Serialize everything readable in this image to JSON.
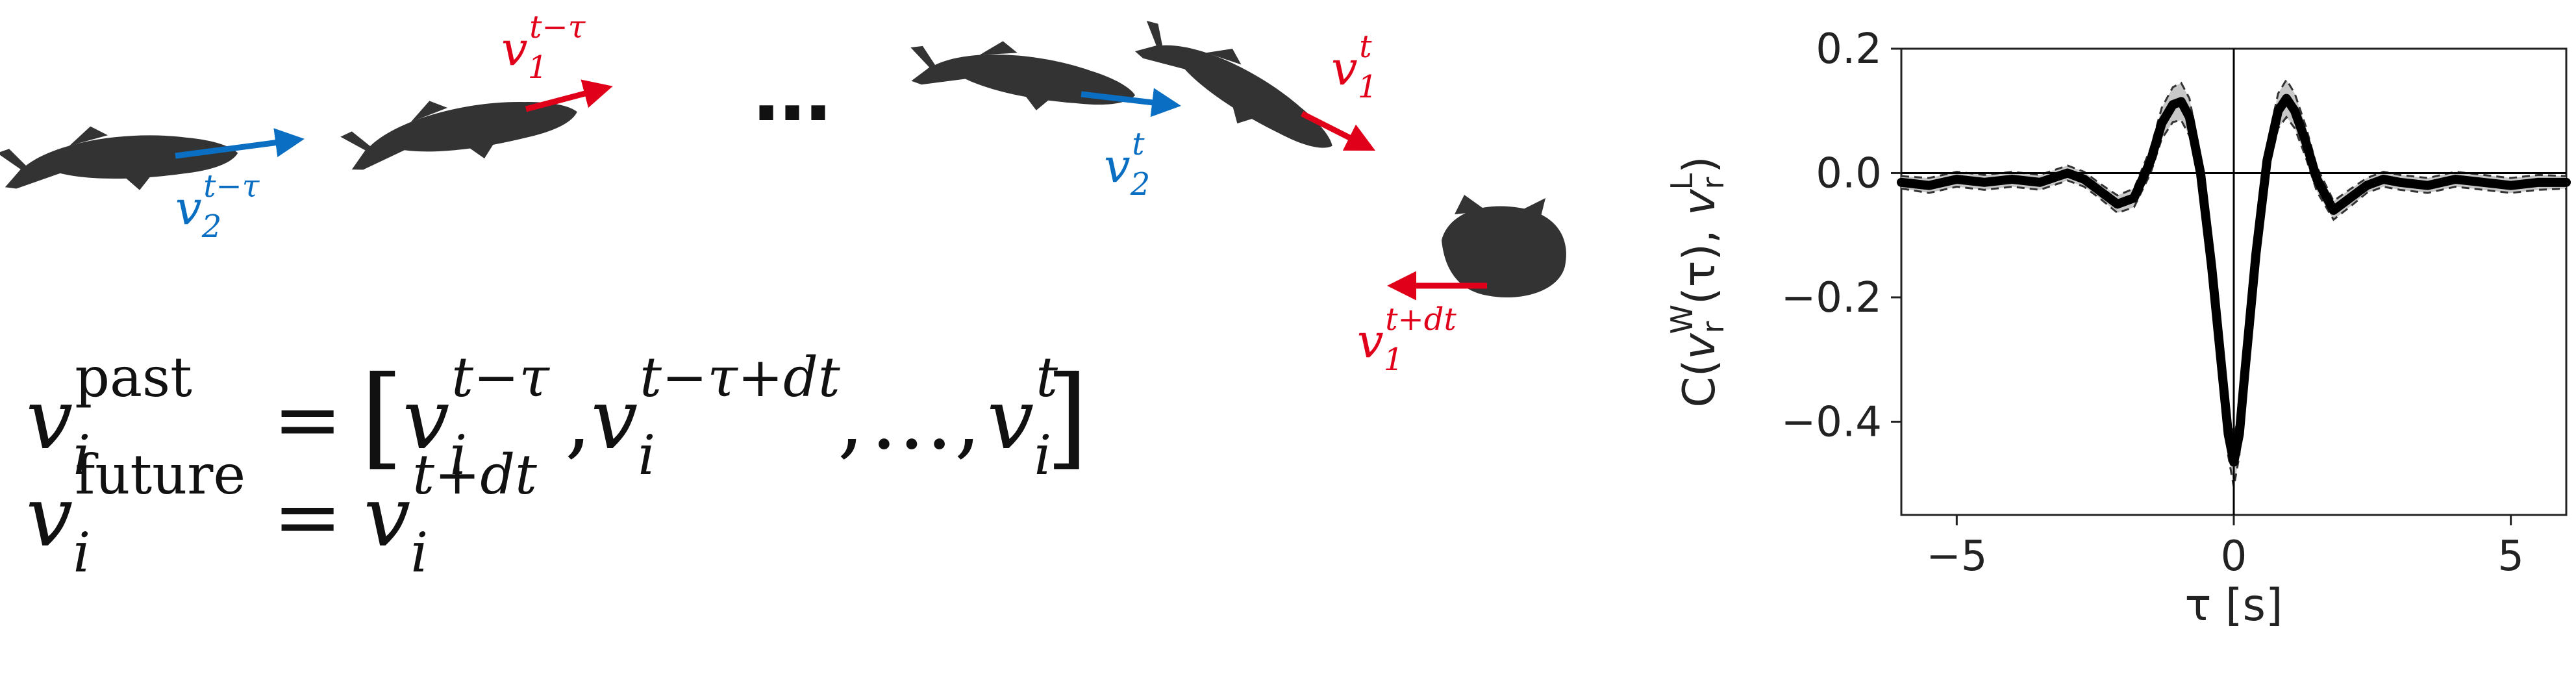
{
  "colors": {
    "red": "#e0001a",
    "blue": "#0a6fc2",
    "fish": "#333333",
    "band": "#c8c8c8",
    "line": "#000000"
  },
  "illustration": {
    "ellipsis": "…",
    "labels": {
      "v2_past": {
        "base": "v",
        "sub": "2",
        "sup": "t−τ"
      },
      "v1_past": {
        "base": "v",
        "sub": "1",
        "sup": "t−τ"
      },
      "v2_now": {
        "base": "v",
        "sub": "2",
        "sup": "t"
      },
      "v1_now": {
        "base": "v",
        "sub": "1",
        "sup": "t"
      },
      "v1_future": {
        "base": "v",
        "sub": "1",
        "sup": "t+dt"
      }
    }
  },
  "equations": {
    "past": {
      "lhs_base": "v",
      "lhs_sub": "i",
      "lhs_sup": "past",
      "eq": "=",
      "lbr": "[",
      "rbr": "]",
      "comma": ",",
      "dots": "…",
      "terms": [
        {
          "base": "v",
          "sub": "i",
          "sup": "t−τ"
        },
        {
          "base": "v",
          "sub": "i",
          "sup": "t−τ+dt"
        },
        {
          "base": "v",
          "sub": "i",
          "sup": "t"
        }
      ]
    },
    "future": {
      "lhs_base": "v",
      "lhs_sub": "i",
      "lhs_sup": "future",
      "eq": "=",
      "rhs_base": "v",
      "rhs_sub": "i",
      "rhs_sup": "t+dt"
    }
  },
  "chart_data": {
    "type": "line",
    "xlabel": "τ [s]",
    "ylabel": "C(v_r^W(τ), v_r^L)",
    "ylabel_parts": {
      "pre": "C(",
      "v1": "v",
      "sub1": "r",
      "sup1": "W",
      "mid": "(τ), ",
      "v2": "v",
      "sub2": "r",
      "sup2": "L",
      "post": ")"
    },
    "xlim": [
      -6,
      6
    ],
    "ylim": [
      -0.55,
      0.2
    ],
    "xticks": [
      -5,
      0,
      5
    ],
    "xtick_labels": [
      "−5",
      "0",
      "5"
    ],
    "yticks": [
      0.2,
      0.0,
      -0.2,
      -0.4
    ],
    "ytick_labels": [
      "0.2",
      "0.0",
      "−0.2",
      "−0.4"
    ],
    "grid": false,
    "reference_lines": {
      "y": 0,
      "x": 0
    },
    "series": [
      {
        "x": [
          -6,
          -5.5,
          -5,
          -4.5,
          -4,
          -3.5,
          -3,
          -2.7,
          -2.4,
          -2.1,
          -1.8,
          -1.5,
          -1.3,
          -1.1,
          -0.95,
          -0.8,
          -0.6,
          -0.4,
          -0.2,
          -0.1,
          0,
          0.1,
          0.2,
          0.4,
          0.6,
          0.8,
          0.95,
          1.1,
          1.3,
          1.5,
          1.8,
          2.1,
          2.4,
          2.7,
          3,
          3.5,
          4,
          4.5,
          5,
          5.5,
          6
        ],
        "y": [
          -0.015,
          -0.02,
          -0.01,
          -0.015,
          -0.01,
          -0.015,
          0.0,
          -0.01,
          -0.03,
          -0.05,
          -0.04,
          0.02,
          0.08,
          0.11,
          0.115,
          0.09,
          0.0,
          -0.15,
          -0.33,
          -0.42,
          -0.465,
          -0.42,
          -0.32,
          -0.13,
          0.02,
          0.1,
          0.12,
          0.1,
          0.05,
          -0.01,
          -0.06,
          -0.04,
          -0.02,
          -0.01,
          -0.015,
          -0.02,
          -0.01,
          -0.015,
          -0.02,
          -0.015,
          -0.015
        ],
        "band_halfwidth": [
          0.01,
          0.012,
          0.012,
          0.012,
          0.012,
          0.012,
          0.012,
          0.012,
          0.012,
          0.014,
          0.015,
          0.02,
          0.025,
          0.028,
          0.03,
          0.03,
          0.025,
          0.025,
          0.03,
          0.035,
          0.04,
          0.035,
          0.03,
          0.025,
          0.025,
          0.028,
          0.03,
          0.028,
          0.025,
          0.02,
          0.015,
          0.014,
          0.012,
          0.012,
          0.012,
          0.012,
          0.012,
          0.012,
          0.012,
          0.012,
          0.01
        ]
      }
    ]
  }
}
